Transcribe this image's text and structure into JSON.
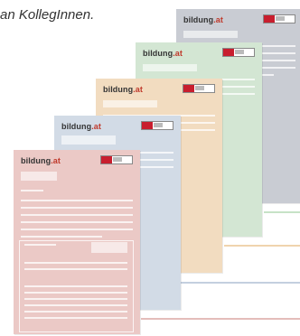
{
  "caption": "an KollegInnen.",
  "brand": {
    "name": "bildung",
    "tld": ".at"
  },
  "documents": [
    {
      "id": "gray",
      "color": "#c9ccd3",
      "accent_line": "#bfc3ca"
    },
    {
      "id": "green",
      "color": "#d3e6d3",
      "accent_line": "#8fc48f"
    },
    {
      "id": "orange",
      "color": "#f2dcc0",
      "accent_line": "#e0a85c"
    },
    {
      "id": "blue",
      "color": "#d2dbe6",
      "accent_line": "#8aa0bf"
    },
    {
      "id": "pink",
      "color": "#ebc9c6",
      "accent_line": "#c97b76"
    }
  ]
}
